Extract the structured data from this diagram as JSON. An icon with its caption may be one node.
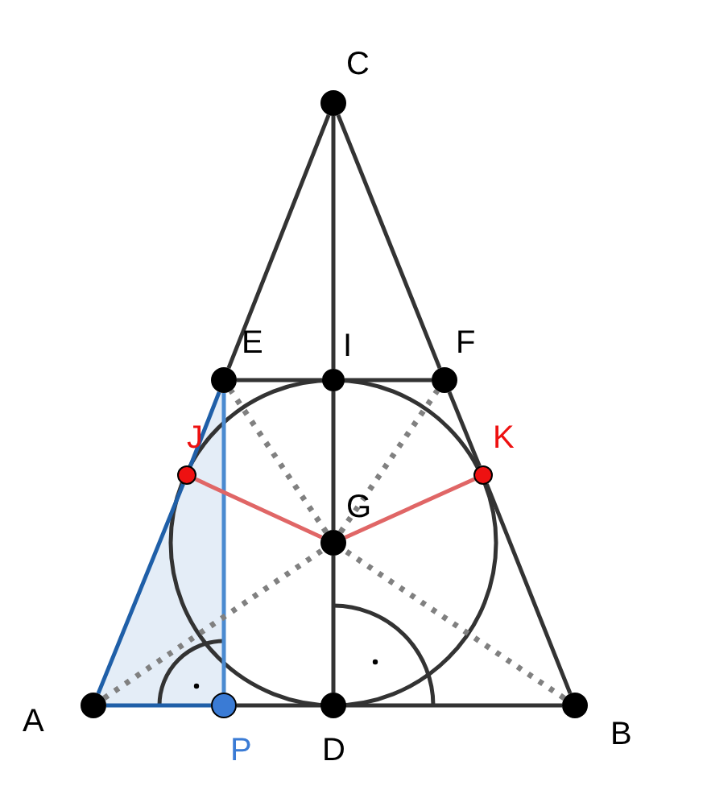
{
  "diagram": {
    "nodes": [
      {
        "text": [
          "C"
        ]
      },
      {
        "text": [
          "E"
        ]
      },
      {
        "text": [
          "I"
        ]
      },
      {
        "text": [
          "F"
        ]
      },
      {
        "text": [
          "J"
        ]
      },
      {
        "text": [
          "K"
        ]
      },
      {
        "text": [
          "G"
        ]
      },
      {
        "text": [
          "A"
        ]
      },
      {
        "text": [
          "P"
        ]
      },
      {
        "text": [
          "D"
        ]
      },
      {
        "text": [
          "B"
        ]
      }
    ],
    "edges": [
      {
        "from": 0,
        "to": 1,
        "arrow": "none"
      },
      {
        "from": 0,
        "to": 3,
        "arrow": "none"
      },
      {
        "from": 1,
        "to": 2,
        "arrow": "none"
      },
      {
        "from": 2,
        "to": 3,
        "arrow": "none"
      },
      {
        "from": 0,
        "to": 2,
        "arrow": "none"
      },
      {
        "from": 2,
        "to": 6,
        "arrow": "none"
      },
      {
        "from": 6,
        "to": 9,
        "arrow": "none"
      },
      {
        "from": 3,
        "to": 5,
        "arrow": "none"
      },
      {
        "from": 5,
        "to": 10,
        "arrow": "none"
      },
      {
        "from": 7,
        "to": 8,
        "arrow": "none",
        "color": "#1f5fa8"
      },
      {
        "from": 8,
        "to": 9,
        "arrow": "none"
      },
      {
        "from": 9,
        "to": 10,
        "arrow": "none"
      },
      {
        "from": 7,
        "to": 4,
        "arrow": "none",
        "color": "#1f5fa8"
      },
      {
        "from": 4,
        "to": 1,
        "arrow": "none",
        "color": "#1f5fa8"
      },
      {
        "from": 1,
        "to": 8,
        "arrow": "none",
        "color": "#4a8ad0"
      },
      {
        "from": 6,
        "to": 4,
        "arrow": "none",
        "color": "#e06666"
      },
      {
        "from": 6,
        "to": 5,
        "arrow": "none",
        "color": "#e06666"
      },
      {
        "from": 7,
        "to": 6,
        "arrow": "none",
        "style": "dashed",
        "color": "#808080"
      },
      {
        "from": 6,
        "to": 3,
        "arrow": "none",
        "style": "dashed",
        "color": "#808080"
      },
      {
        "from": 10,
        "to": 6,
        "arrow": "none",
        "style": "dashed",
        "color": "#808080"
      },
      {
        "from": 6,
        "to": 1,
        "arrow": "none",
        "style": "dashed",
        "color": "#808080"
      }
    ]
  }
}
